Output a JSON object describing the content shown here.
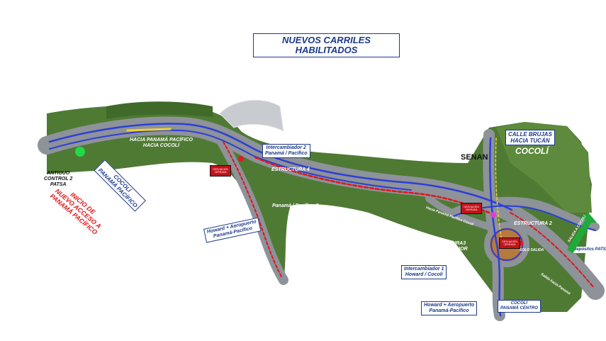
{
  "title": {
    "line1": "NUEVOS CARRILES",
    "line2": "HABILITADOS"
  },
  "places": {
    "senan": "SENAN",
    "cocoli": "COCOLÍ",
    "calle_brujas": "CALLE BRUJAS",
    "hacia_tucan": "HACIA TUCÁN"
  },
  "labels": {
    "hacia_panama_line1": "HACIA PANAMÁ PACÍFICO",
    "hacia_panama_line2": "HACIA COCOLÍ",
    "cocoli_box_line1": "COCOLÍ",
    "cocoli_box_line2": "PANAMÁ PACÍFICO",
    "intercambiador2_line1": "Intercambiador 2",
    "intercambiador2_line2": "Panamá / Pacífico",
    "estructura4": "ESTRUCTURA 4",
    "panama_pacifico2": "Panamá / Pacífico 2",
    "howard_left_line1": "Howard + Aeropuerto",
    "howard_left_line2": "Panamá-Pacífico",
    "estructura3_line1": "ESTRUCTURA3",
    "estructura3_line2": "PASO INFERIOR",
    "estructura2": "ESTRUCTURA 2",
    "intercambiador1_line1": "Intercambiador 1",
    "intercambiador1_line2": "Howard / Cocolí",
    "howard_bottom_line1": "Howard + Aeropuerto",
    "howard_bottom_line2": "Panamá-Pacífico",
    "cocoli_centro_line1": "COCOLÍ",
    "cocoli_centro_line2": "PANAMÁ CENTRO",
    "depositos": "Depósitos PATSA",
    "hacia_panama_pacifico_cocoli": "Hacia Panamá Pacífico Cocolí",
    "solo_salida": "SOLO SALIDA",
    "salida_hacia_panama": "Salida hacia Panamá",
    "salida_cocoli": "SALIDA A COCOLÍ"
  },
  "red_label": {
    "line1": "INICIO DE",
    "line2": "NUEVO ACCESO A",
    "line3": "PANAMÁ PACÍFICO"
  },
  "black_label": {
    "line1": "ANTIGUO",
    "line2": "CONTROL 2",
    "line3": "PATSA"
  },
  "signs": {
    "text": "DESVIACIÓN CERRADA"
  },
  "colors": {
    "accent": "#1c3a8a",
    "road": "#8e9299",
    "vegetation": "#4f7a34",
    "lane_blue": "#2b3fd6",
    "lane_red": "#e0161b",
    "lane_yellow": "#f2d32a",
    "marker_green": "#22d94a",
    "marker_magenta": "#e23ad8",
    "marker_red": "#e3192a",
    "sign_red": "#c1121a"
  }
}
